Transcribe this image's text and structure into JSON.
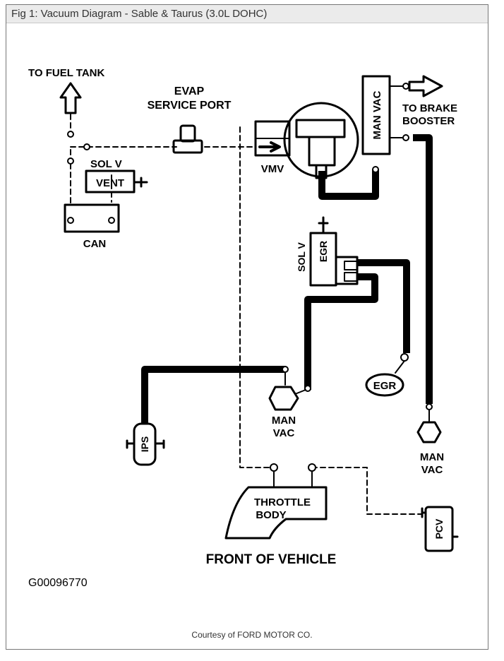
{
  "title": "Fig 1: Vacuum Diagram - Sable & Taurus (3.0L DOHC)",
  "labels": {
    "to_fuel_tank": "TO FUEL TANK",
    "evap": "EVAP",
    "service_port": "SERVICE PORT",
    "sol_v": "SOL V",
    "vent": "VENT",
    "can": "CAN",
    "vmv": "VMV",
    "man_vac_top": "MAN VAC",
    "to_brake": "TO BRAKE",
    "booster": "BOOSTER",
    "sol_v_egr": "SOL V",
    "egr_sol": "EGR",
    "egr": "EGR",
    "ips": "IPS",
    "man": "MAN",
    "vac": "VAC",
    "throttle": "THROTTLE",
    "body": "BODY",
    "pcv": "PCV",
    "front_of_vehicle": "FRONT OF VEHICLE",
    "figure_id": "G00096770"
  },
  "credit": "Courtesy of FORD MOTOR CO."
}
